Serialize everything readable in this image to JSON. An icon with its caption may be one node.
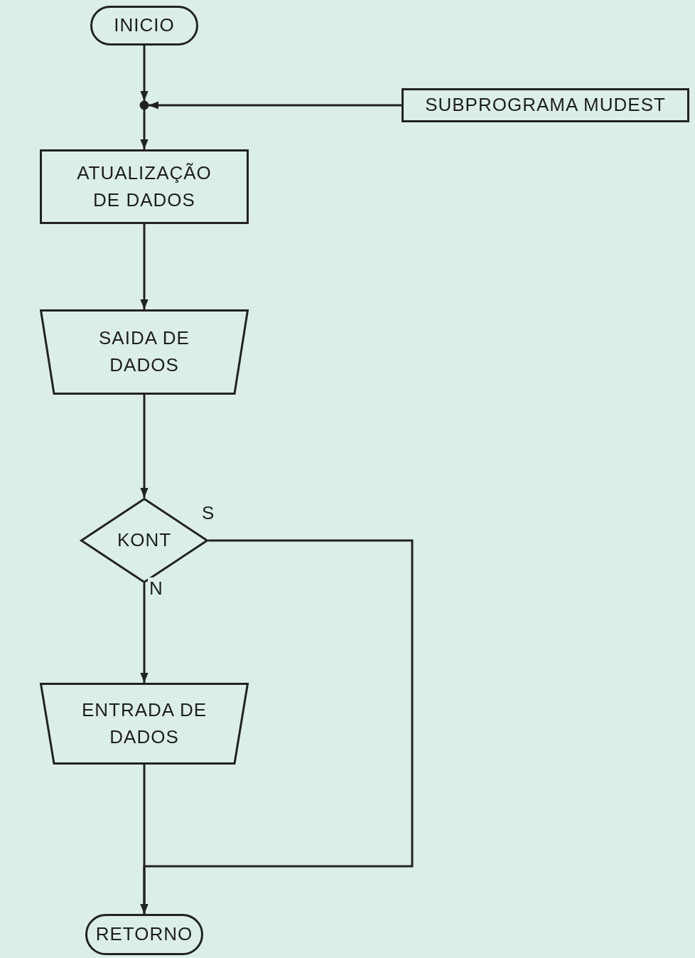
{
  "diagram": {
    "nodes": [
      {
        "text": [
          "INICIO"
        ]
      },
      {
        "text": [],
        "shape": "circle"
      },
      {
        "text": [
          "SUBPROGRAMA MUDEST"
        ]
      },
      {
        "text": [
          "ATUALIZAÇÃO DE DADOS"
        ]
      },
      {
        "text": [
          "SAIDA DE DADOS"
        ]
      },
      {
        "text": [
          "KONT"
        ]
      },
      {
        "text": [
          "ENTRADA DE DADOS"
        ]
      },
      {
        "text": [
          "RETORNO"
        ]
      }
    ],
    "edges": [
      {
        "from": 0,
        "to": 1,
        "arrow": "to"
      },
      {
        "from": 2,
        "to": 1,
        "arrow": "to"
      },
      {
        "from": 1,
        "to": 3,
        "arrow": "to"
      },
      {
        "from": 3,
        "to": 4,
        "arrow": "to"
      },
      {
        "from": 4,
        "to": 5,
        "arrow": "to"
      },
      {
        "from": 5,
        "to": 6,
        "arrow": "to",
        "label": "N"
      },
      {
        "from": 5,
        "to": 7,
        "arrow": "to",
        "label": "S"
      },
      {
        "from": 6,
        "to": 7,
        "arrow": "to"
      }
    ]
  }
}
